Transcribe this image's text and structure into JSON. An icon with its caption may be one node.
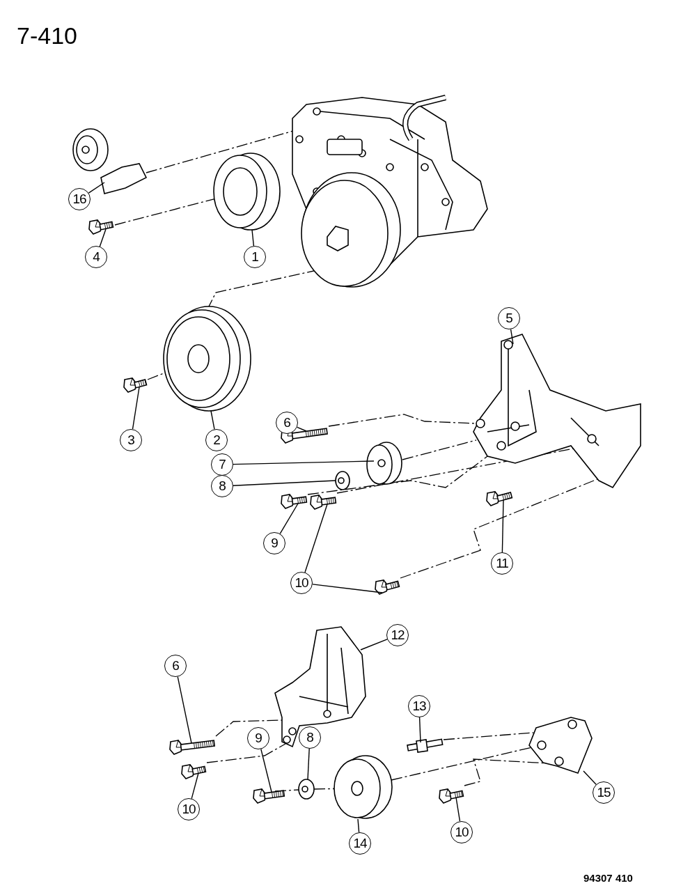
{
  "diagram": {
    "nodes": [
      {
        "text": [
          "16"
        ]
      },
      {
        "text": [
          "4"
        ]
      },
      {
        "text": [
          "1"
        ]
      },
      {
        "text": [
          "5"
        ]
      },
      {
        "text": [
          "3"
        ]
      },
      {
        "text": [
          "2"
        ]
      },
      {
        "text": [
          "6"
        ]
      },
      {
        "text": [
          "7"
        ]
      },
      {
        "text": [
          "8"
        ]
      },
      {
        "text": [
          "9"
        ]
      },
      {
        "text": [
          "10"
        ]
      },
      {
        "text": [
          "11"
        ]
      },
      {
        "text": [
          "12"
        ]
      },
      {
        "text": [
          "6"
        ]
      },
      {
        "text": [
          "13"
        ]
      },
      {
        "text": [
          "9"
        ]
      },
      {
        "text": [
          "8"
        ]
      },
      {
        "text": [
          "10"
        ]
      },
      {
        "text": [
          "15"
        ]
      },
      {
        "text": [
          "10"
        ]
      },
      {
        "text": [
          "14"
        ]
      },
      {
        "text": [],
        "shape": "picture"
      },
      {
        "text": [],
        "shape": "picture"
      },
      {
        "text": [],
        "shape": "picture"
      },
      {
        "text": [],
        "shape": "picture"
      },
      {
        "text": [],
        "shape": "picture"
      },
      {
        "text": [],
        "shape": "picture"
      },
      {
        "text": [],
        "shape": "picture"
      },
      {
        "text": [],
        "shape": "picture"
      },
      {
        "text": [],
        "shape": "picture"
      },
      {
        "text": [],
        "shape": "picture"
      },
      {
        "text": [],
        "shape": "picture"
      },
      {
        "text": [],
        "shape": "picture"
      },
      {
        "text": [],
        "shape": "picture"
      },
      {
        "text": [],
        "shape": "picture"
      },
      {
        "text": [],
        "shape": "picture"
      },
      {
        "text": [],
        "shape": "picture"
      },
      {
        "text": [],
        "shape": "picture"
      },
      {
        "text": [],
        "shape": "picture"
      },
      {
        "text": [],
        "shape": "picture"
      },
      {
        "text": [],
        "shape": "picture"
      },
      {
        "text": [],
        "shape": "picture"
      },
      {
        "text": [],
        "shape": "picture"
      },
      {
        "text": [],
        "shape": "picture"
      }
    ],
    "edges": [
      {
        "from": 0,
        "to": 21,
        "arrow": "none"
      },
      {
        "from": 1,
        "to": 22,
        "arrow": "none"
      },
      {
        "from": 2,
        "to": 23,
        "arrow": "none"
      },
      {
        "from": 3,
        "to": 24,
        "arrow": "none"
      },
      {
        "from": 4,
        "to": 25,
        "arrow": "none"
      },
      {
        "from": 5,
        "to": 26,
        "arrow": "none"
      },
      {
        "from": 6,
        "to": 27,
        "arrow": "none"
      },
      {
        "from": 7,
        "to": 28,
        "arrow": "none"
      },
      {
        "from": 8,
        "to": 29,
        "arrow": "none"
      },
      {
        "from": 9,
        "to": 30,
        "arrow": "none"
      },
      {
        "from": 10,
        "to": 31,
        "arrow": "none"
      },
      {
        "from": 10,
        "to": 32,
        "arrow": "none"
      },
      {
        "from": 11,
        "to": 33,
        "arrow": "none"
      },
      {
        "from": 12,
        "to": 34,
        "arrow": "none"
      },
      {
        "from": 13,
        "to": 35,
        "arrow": "none"
      },
      {
        "from": 14,
        "to": 36,
        "arrow": "none"
      },
      {
        "from": 15,
        "to": 37,
        "arrow": "none"
      },
      {
        "from": 16,
        "to": 38,
        "arrow": "none"
      },
      {
        "from": 17,
        "to": 39,
        "arrow": "none"
      },
      {
        "from": 18,
        "to": 40,
        "arrow": "none"
      },
      {
        "from": 19,
        "to": 41,
        "arrow": "none"
      },
      {
        "from": 20,
        "to": 42,
        "arrow": "none"
      },
      {
        "from": 21,
        "to": 43,
        "arrow": "none",
        "style": "dashed"
      },
      {
        "from": 22,
        "to": 23,
        "arrow": "none",
        "style": "dashed"
      },
      {
        "from": 25,
        "to": 26,
        "arrow": "none",
        "style": "dashed"
      },
      {
        "from": 26,
        "to": 43,
        "arrow": "none",
        "style": "dashed"
      },
      {
        "from": 27,
        "to": 24,
        "arrow": "none",
        "style": "dashed"
      },
      {
        "from": 28,
        "to": 24,
        "arrow": "none",
        "style": "dashed"
      },
      {
        "from": 30,
        "to": 24,
        "arrow": "none",
        "style": "dashed"
      },
      {
        "from": 31,
        "to": 24,
        "arrow": "none",
        "style": "dashed"
      },
      {
        "from": 32,
        "to": 24,
        "arrow": "none",
        "style": "dashed"
      },
      {
        "from": 35,
        "to": 34,
        "arrow": "none",
        "style": "dashed"
      },
      {
        "from": 39,
        "to": 34,
        "arrow": "none",
        "style": "dashed"
      },
      {
        "from": 36,
        "to": 40,
        "arrow": "none",
        "style": "dashed"
      },
      {
        "from": 41,
        "to": 40,
        "arrow": "none",
        "style": "dashed"
      },
      {
        "from": 42,
        "to": 40,
        "arrow": "none",
        "style": "dashed"
      },
      {
        "from": 37,
        "to": 38,
        "arrow": "none",
        "style": "dashed"
      },
      {
        "from": 38,
        "to": 42,
        "arrow": "none",
        "style": "dashed"
      }
    ],
    "labels": [
      "7-410",
      "94307 410"
    ]
  }
}
